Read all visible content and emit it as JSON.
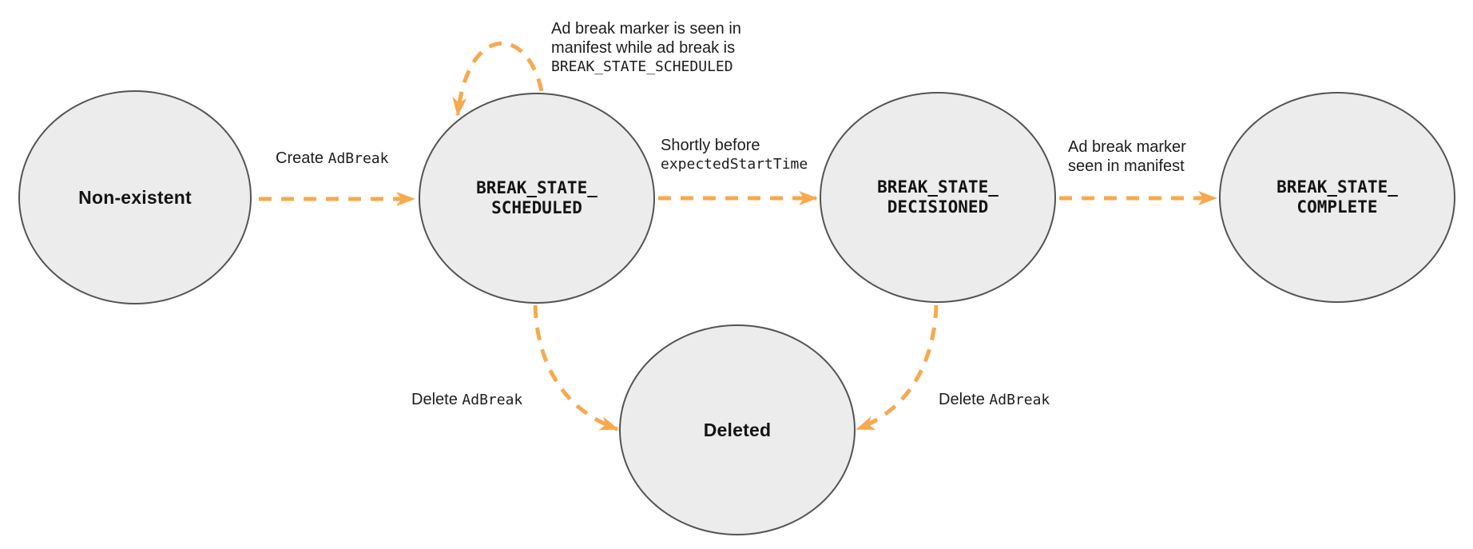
{
  "colors": {
    "edge": "#F7A94E",
    "state_fill": "#ECECEC",
    "state_border": "#545454",
    "text": "#1D1D1F"
  },
  "states": {
    "non_existent": {
      "label": "Non-existent"
    },
    "scheduled": {
      "label": "BREAK_STATE_\nSCHEDULED"
    },
    "decisioned": {
      "label": "BREAK_STATE_\nDECISIONED"
    },
    "complete": {
      "label": "BREAK_STATE_\nCOMPLETE"
    },
    "deleted": {
      "label": "Deleted"
    }
  },
  "edges": {
    "create": {
      "sans": "Create",
      "mono": "AdBreak"
    },
    "self_loop": {
      "line1": "Ad break marker is seen in",
      "line2": "manifest while ad break is",
      "line3_mono": "BREAK_STATE_SCHEDULED"
    },
    "decision": {
      "line1": "Shortly before",
      "line2_mono": "expectedStartTime"
    },
    "complete": {
      "line1": "Ad break marker",
      "line2": "seen in manifest"
    },
    "delete_left": {
      "sans": "Delete",
      "mono": "AdBreak"
    },
    "delete_right": {
      "sans": "Delete",
      "mono": "AdBreak"
    }
  }
}
